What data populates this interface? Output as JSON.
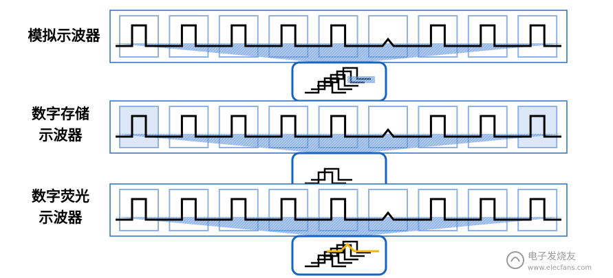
{
  "rows": [
    {
      "label_lines": [
        "模拟示波器"
      ],
      "highlighted_windows": [
        1,
        2,
        3,
        4,
        5,
        7,
        8,
        9
      ],
      "captured_windows": [],
      "zoom_stack": 5,
      "zoom_highlight": false,
      "zoom_hatch": true
    },
    {
      "label_lines": [
        "数字存储",
        "示波器"
      ],
      "highlighted_windows": [
        1,
        9
      ],
      "captured_windows": [
        1,
        9
      ],
      "zoom_stack": 2,
      "zoom_highlight": false,
      "zoom_hatch": false
    },
    {
      "label_lines": [
        "数字荧光",
        "示波器"
      ],
      "highlighted_windows": [
        1,
        2,
        3,
        4,
        5,
        7,
        8,
        9
      ],
      "captured_windows": [],
      "zoom_stack": 5,
      "zoom_highlight": true,
      "zoom_hatch": false
    }
  ],
  "glitch_window": 6,
  "colors": {
    "frame_blue": "#2a6ebd",
    "zoom_blue": "#1565c0",
    "window_fill": "#c5d8f3",
    "window_stroke": "#8fb2e3",
    "funnel": "#3f7fd4",
    "signal": "#000000",
    "highlight_trace": "#f2b705",
    "watermark": "#9a9a9a"
  },
  "watermark": {
    "text": "电子发烧友",
    "url": "www.elecfans.com"
  }
}
